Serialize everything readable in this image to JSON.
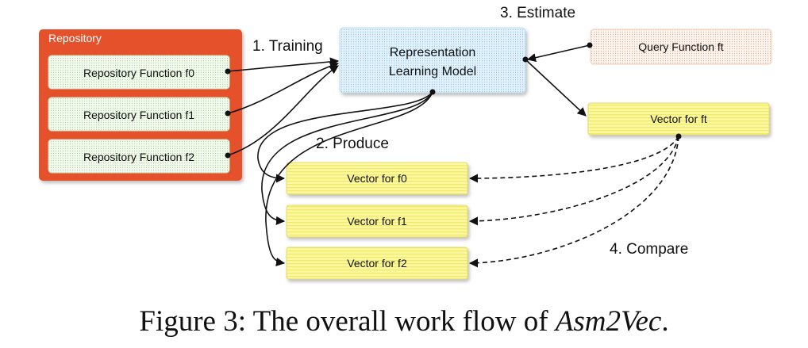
{
  "repository": {
    "title": "Repository",
    "functions": [
      "Repository Function f0",
      "Repository Function f1",
      "Repository Function f2"
    ]
  },
  "model": {
    "line1": "Representation",
    "line2": "Learning Model"
  },
  "query": {
    "label": "Query Function ft"
  },
  "vectors": {
    "ft": "Vector for ft",
    "repo": [
      "Vector for f0",
      "Vector for f1",
      "Vector for f2"
    ]
  },
  "steps": {
    "training": "1. Training",
    "produce": "2. Produce",
    "estimate": "3. Estimate",
    "compare": "4. Compare"
  },
  "caption": {
    "prefix": "Figure 3: The overall work flow of ",
    "emph": "Asm2Vec",
    "suffix": "."
  },
  "colors": {
    "repository_box": "#e4512c",
    "function_box": "#f4faef",
    "model_box": "#e3f2fb",
    "query_box": "#fdf4ee",
    "vector_box": "#fbf79a"
  }
}
